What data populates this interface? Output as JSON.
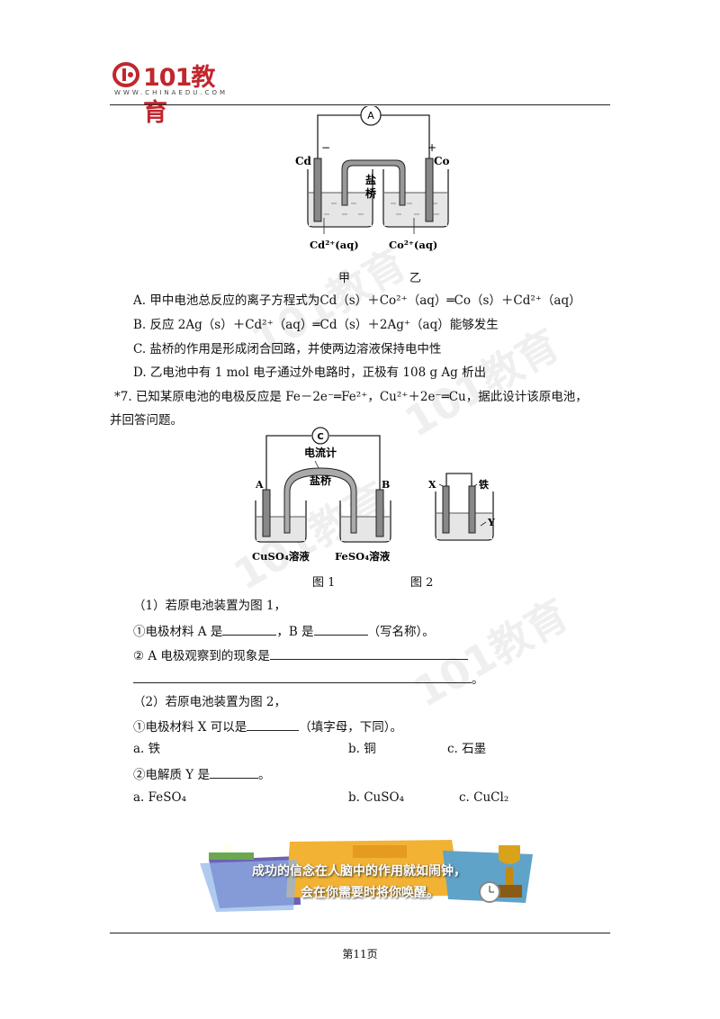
{
  "header": {
    "logo_brand": "101教育",
    "logo_url_text": "WWW.CHINAEDU.COM"
  },
  "figure1": {
    "meter": "A",
    "left_electrode": "Cd",
    "right_electrode": "Co",
    "left_sign": "−",
    "right_sign": "+",
    "bridge_label_1": "盐",
    "bridge_label_2": "桥",
    "left_solution": "Cd²⁺(aq)",
    "right_solution": "Co²⁺(aq)",
    "left_cap": "甲",
    "right_cap": "乙"
  },
  "options": [
    "A.  甲中电池总反应的离子方程式为Cd（s）＋Co²⁺（aq）═Co（s）＋Cd²⁺（aq）",
    "B.  反应 2Ag（s）＋Cd²⁺（aq）═Cd（s）＋2Ag⁺（aq）能够发生",
    "C.  盐桥的作用是形成闭合回路，并使两边溶液保持电中性",
    "D.  乙电池中有 1 mol 电子通过外电路时，正极有 108 g Ag 析出"
  ],
  "q7": {
    "line1": "*7.  已知某原电池的电极反应是 Fe－2e⁻═Fe²⁺，Cu²⁺＋2e⁻═Cu，据此设计该原电池，",
    "line2": "并回答问题。"
  },
  "figure2": {
    "meter": "C",
    "meter_label": "电流计",
    "bridge_label": "盐桥",
    "left_electrode": "A",
    "right_electrode": "B",
    "left_solution": "CuSO₄溶液",
    "right_solution": "FeSO₄溶液",
    "fig2_left": "X",
    "fig2_right": "铁",
    "fig2_solution": "Y",
    "cap1": "图 1",
    "cap2": "图 2"
  },
  "part1": {
    "intro": "（1）若原电池装置为图 1，",
    "q1_a": "①电极材料 A 是",
    "q1_b": "，B 是",
    "q1_c": "（写名称）。",
    "q2": "② A 电极观察到的现象是",
    "q2_end": "。"
  },
  "part2": {
    "intro": "（2）若原电池装置为图 2，",
    "q1_a": "①电极材料 X 可以是",
    "q1_b": "（填字母，下同）。",
    "choices1": [
      "a.  铁",
      "b.  铜",
      "c.  石墨"
    ],
    "q2_a": "②电解质 Y 是",
    "q2_b": "。",
    "choices2": [
      "a. FeSO₄",
      "b. CuSO₄",
      "c. CuCl₂"
    ]
  },
  "banner": {
    "line1": "成功的信念在人脑中的作用就如闹钟，",
    "line2": "会在你需要时将你唤醒。"
  },
  "footer": {
    "page": "第11页"
  }
}
